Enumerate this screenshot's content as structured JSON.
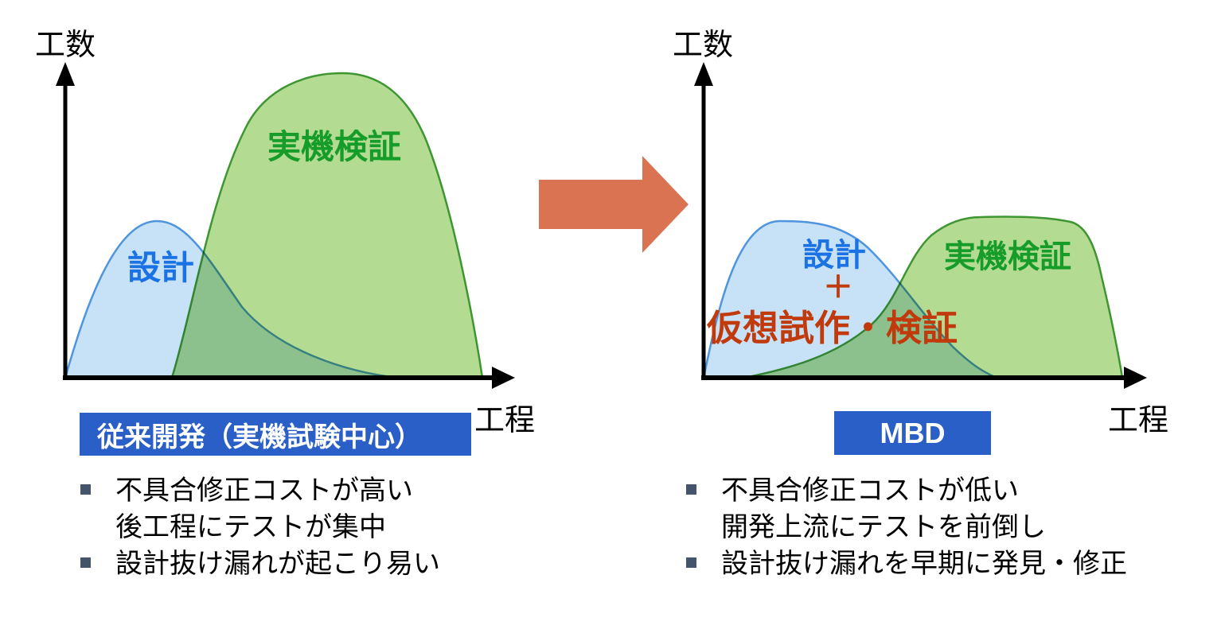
{
  "diagram_title_implicit": "従来開発とMBDの工数比較",
  "colors": {
    "design_fill": "#C7E1F7",
    "design_stroke": "#4E95DE",
    "design_text": "#1B72E4",
    "verify_fill": "#B4DB92",
    "verify_stroke": "#3E9632",
    "verify_text": "#169C28",
    "virtual_text": "#C13A0C",
    "arrow_fill": "#D97352",
    "title_box_bg": "#2B5FC8",
    "title_box_text": "#FFFFFF",
    "bullet_marker": "#44546A",
    "axis": "#000000"
  },
  "left_chart": {
    "y_axis_label": "工数",
    "x_axis_label": "工程",
    "curves": [
      {
        "name": "design",
        "label": "設計",
        "shape": "small early peak near process start"
      },
      {
        "name": "real-machine-verification",
        "label": "実機検証",
        "shape": "large tall peak in later process stages"
      }
    ],
    "title": "従来開発（実機試験中心）",
    "bullets": [
      {
        "marker": true,
        "text": "不具合修正コストが高い"
      },
      {
        "marker": false,
        "text": "後工程にテストが集中"
      },
      {
        "marker": true,
        "text": "設計抜け漏れが起こり易い"
      }
    ]
  },
  "transition": {
    "symbol": "right-arrow",
    "meaning": "従来開発からMBDへの移行"
  },
  "right_chart": {
    "y_axis_label": "工数",
    "x_axis_label": "工程",
    "curves": [
      {
        "name": "design-plus-virtual",
        "label": "設計",
        "plus": "＋",
        "sub_label": "仮想試作・検証",
        "shape": "broad low peak early in process"
      },
      {
        "name": "real-machine-verification",
        "label": "実機検証",
        "shape": "broad low peak later in process, same height"
      }
    ],
    "title": "MBD",
    "bullets": [
      {
        "marker": true,
        "text": "不具合修正コストが低い"
      },
      {
        "marker": false,
        "text": "開発上流にテストを前倒し"
      },
      {
        "marker": true,
        "text": "設計抜け漏れを早期に発見・修正"
      }
    ]
  }
}
